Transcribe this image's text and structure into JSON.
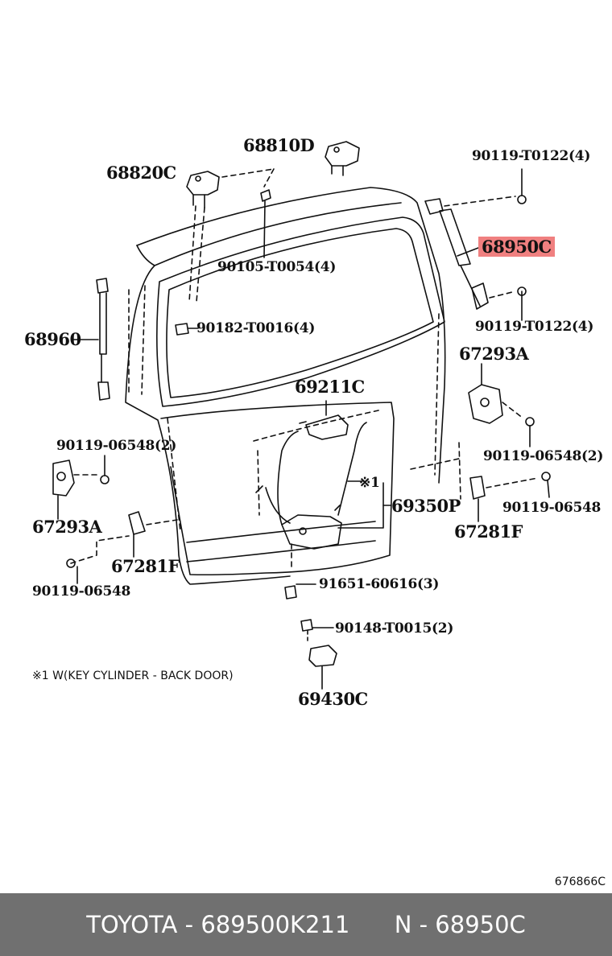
{
  "parts": {
    "p68810D": "68810D",
    "p68820C": "68820C",
    "p90119_T0122_top": "90119-T0122(4)",
    "p90105": "90105-T0054(4)",
    "p68950C": "68950C",
    "p68960": "68960",
    "p90182": "90182-T0016(4)",
    "p90119_T0122_bottom": "90119-T0122(4)",
    "p67293A_right": "67293A",
    "p69211C": "69211C",
    "p90119_06548_2_left": "90119-06548(2)",
    "p90119_06548_2_right": "90119-06548(2)",
    "p69350P": "69350P",
    "p90119_06548_right": "90119-06548",
    "p67293A_left": "67293A",
    "p67281F_right": "67281F",
    "p67281F_left": "67281F",
    "p91651": "91651-60616(3)",
    "p90119_06548_left": "90119-06548",
    "p90148": "90148-T0015(2)",
    "p69430C": "69430C",
    "mark_1": "※1"
  },
  "highlight_color": "#f08080",
  "note": "※1 W(KEY CYLINDER - BACK DOOR)",
  "diagram_code": "676866C",
  "footer": {
    "brand": "TOYOTA",
    "part_number": "689500K211",
    "short_number": "N - 68950C"
  }
}
